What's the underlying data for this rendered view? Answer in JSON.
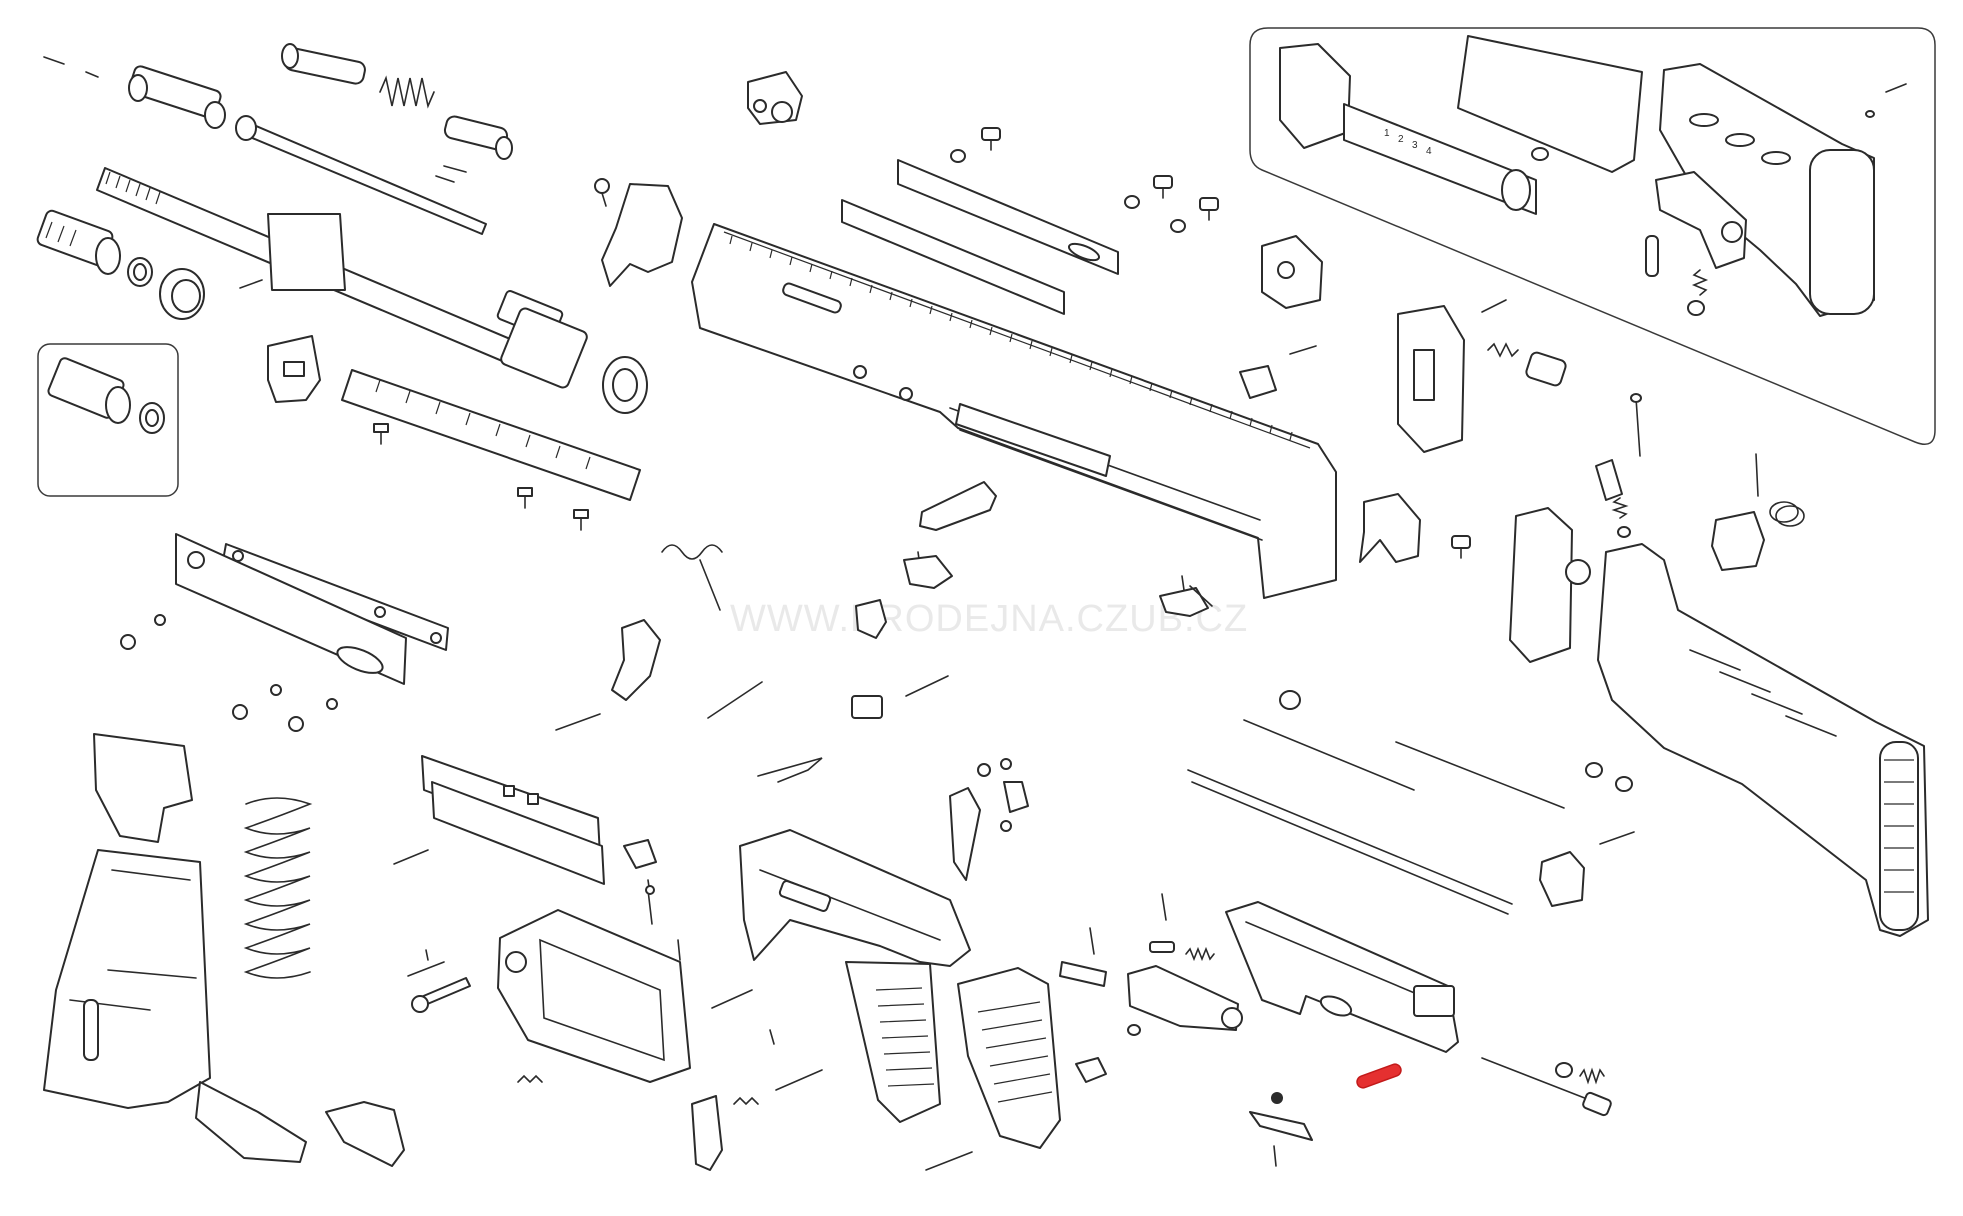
{
  "watermark": "WWW.PRODEJNA.CZUB.CZ",
  "colors": {
    "line": "#2b2b2b",
    "highlight": "#e53030",
    "background": "#ffffff",
    "watermark": "#e9e9e9"
  },
  "stock_module": {
    "position_markings": [
      "1",
      "2",
      "3",
      "4"
    ]
  },
  "highlighted_part": {
    "name": "pin",
    "color": "#e53030"
  }
}
